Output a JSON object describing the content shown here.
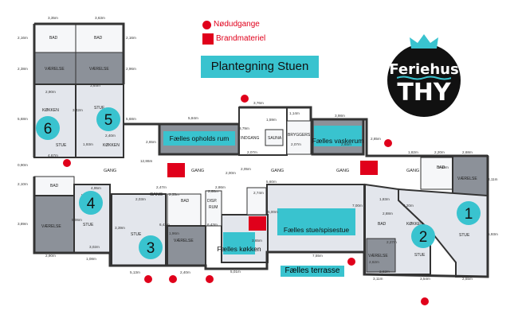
{
  "legend": {
    "exits_label": "Nødudgange",
    "fire_label": "Brandmateriel"
  },
  "title": "Plantegning Stuen",
  "logo": {
    "line1": "Feriehus",
    "line2": "THY"
  },
  "colors": {
    "teal": "#39c3cf",
    "red": "#e0001b",
    "room_gray": "#8c9199",
    "room_light": "#e3e6ec"
  },
  "numbers": [
    "6",
    "5",
    "4",
    "3",
    "2",
    "1"
  ],
  "rooms": {
    "bad": "BAD",
    "vaerelse": "VÆRELSE",
    "koekken": "KØKKEN",
    "stue": "STUE",
    "gang": "GANG",
    "indgang": "INDGANG",
    "bryggers": "BRYGGERS",
    "rum": "RUM",
    "sauna": "SAUNA",
    "disp": "DISP."
  },
  "common": {
    "opholdsrum": "Fælles opholds rum",
    "vaskerum": "Fælles vaskerum",
    "stue_spisestue": "Fælles stue/spisestue",
    "koekken": "Fælles køkken",
    "terrasse": "Fælles terrasse"
  },
  "dimensions": [
    "3,35m",
    "3,63m",
    "2,16m",
    "2,16m",
    "2,38m",
    "2,96m",
    "5,68m",
    "5,68m",
    "2,90m",
    "3,64m",
    "3,42m",
    "2,40m",
    "1,93m",
    "5,84m",
    "3,76m",
    "1,14m",
    "3,98m",
    "2,65m",
    "3,79m",
    "1,59m",
    "2,07m",
    "2,07m",
    "2,05m",
    "2,85m",
    "2,65m",
    "1,82m",
    "2,20m",
    "2,68m",
    "0,90m",
    "4,67m",
    "12,86m",
    "2,00m",
    "2,86m",
    "3,11m",
    "2,49m",
    "2,10m",
    "4,95m",
    "2,47m",
    "2,03m",
    "2,35m",
    "2,68m",
    "2,74m",
    "5,60m",
    "7,00m",
    "2,88m",
    "1,83m",
    "6,20m",
    "3,89m",
    "5,06m",
    "3,39m",
    "6,43m",
    "1,96m",
    "6,43m",
    "3,65m",
    "5,00m",
    "2,27m",
    "5,93m",
    "3,02m",
    "1,08m",
    "2,90m",
    "5,13m",
    "2,40m",
    "5,01m",
    "7,55m",
    "2,62m",
    "2,62m",
    "3,11m",
    "3,54m",
    "2,55m"
  ]
}
